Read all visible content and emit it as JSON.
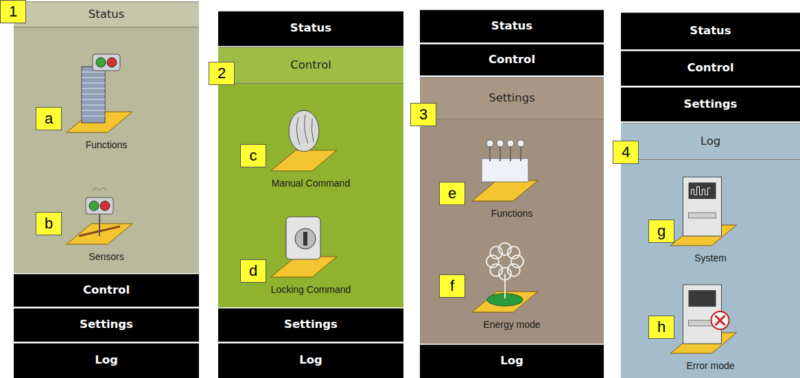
{
  "diagram": {
    "nodes": [
      {
        "text": [
          "Status"
        ]
      },
      {
        "text": [
          "Functions",
          "Sensors"
        ]
      },
      {
        "text": [
          "Control"
        ]
      },
      {
        "text": [
          "Settings"
        ]
      },
      {
        "text": [
          "Log"
        ]
      },
      {
        "text": [
          "Status"
        ]
      },
      {
        "text": [
          "Control"
        ]
      },
      {
        "text": [
          "Manual Command",
          "Locking Command"
        ]
      },
      {
        "text": [
          "Settings"
        ]
      },
      {
        "text": [
          "Log"
        ]
      },
      {
        "text": [
          "Status"
        ]
      },
      {
        "text": [
          "Control"
        ]
      },
      {
        "text": [
          "Settings"
        ]
      },
      {
        "text": [
          "Functions",
          "Energy mode"
        ]
      },
      {
        "text": [
          "Log"
        ]
      },
      {
        "text": [
          "Status"
        ]
      },
      {
        "text": [
          "Control"
        ]
      },
      {
        "text": [
          "Settings"
        ]
      },
      {
        "text": [
          "Log"
        ]
      },
      {
        "text": [
          "System",
          "Error mode"
        ]
      }
    ],
    "labels": [
      "1",
      "a",
      "b",
      "2",
      "c",
      "d",
      "3",
      "e",
      "f",
      "4",
      "g",
      "h"
    ]
  }
}
